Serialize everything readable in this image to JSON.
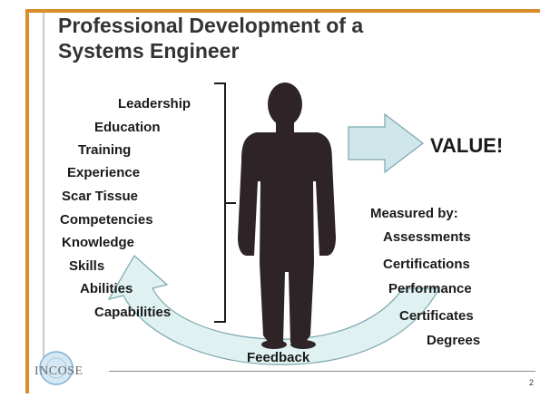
{
  "title": {
    "line1": "Professional Development of a",
    "line2": "Systems Engineer"
  },
  "qualities": [
    "Leadership",
    "Education",
    "Training",
    "Experience",
    "Scar Tissue",
    "Competencies",
    "Knowledge",
    "Skills",
    "Abilities",
    "Capabilities"
  ],
  "value_label": "VALUE!",
  "measured": {
    "heading": "Measured by:",
    "items": [
      "Assessments",
      "Certifications",
      "Performance",
      "Certificates",
      "Degrees"
    ]
  },
  "feedback_label": "Feedback",
  "logo": {
    "text": "INCOSE"
  },
  "page_number": "2",
  "colors": {
    "frame": "#d98c2a",
    "arrow_fill": "#dbeef0",
    "arrow_stroke": "#7aa6ad",
    "silhouette": "#2e2427",
    "text": "#1a1a1a",
    "logo_circle": "#7fb0d8"
  }
}
